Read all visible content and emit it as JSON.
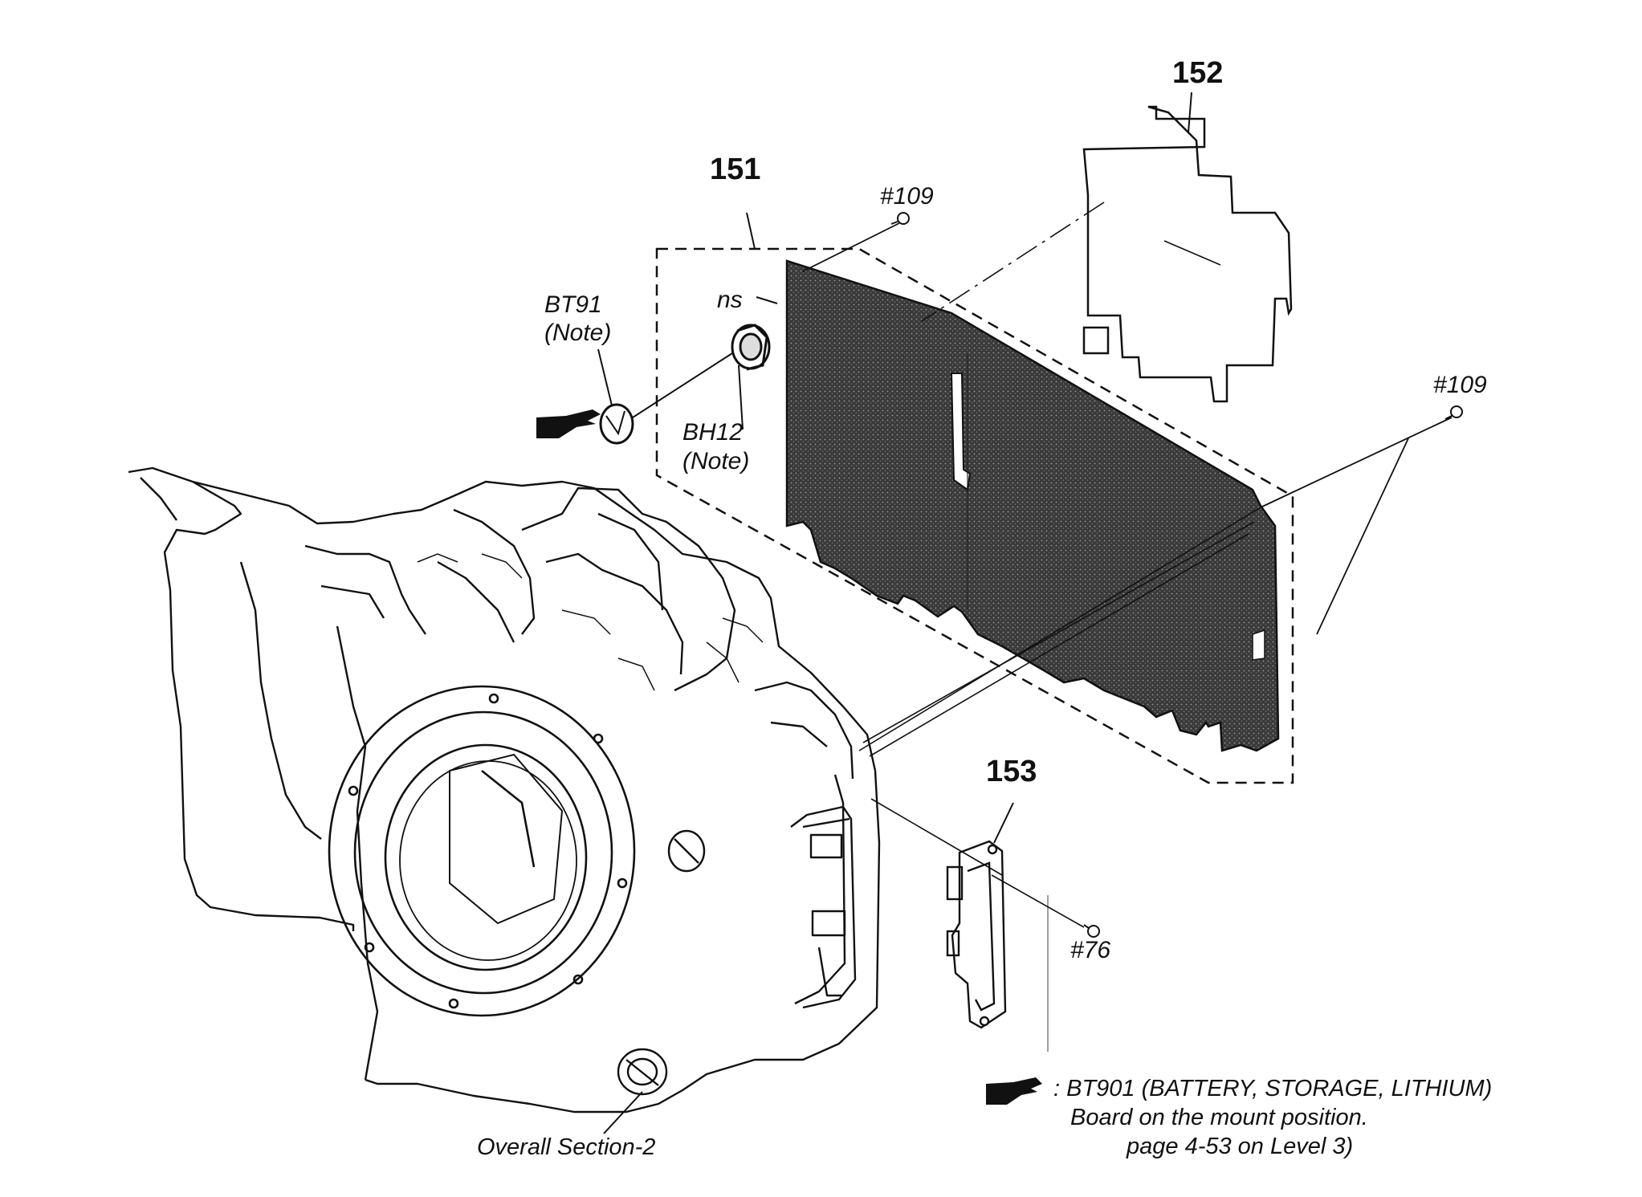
{
  "title": "",
  "callouts": {
    "part_152": "152",
    "part_151": "151",
    "part_153": "153",
    "screw_109_top": "#109",
    "screw_109_right": "#109",
    "screw_76": "#76",
    "ns_label": "ns",
    "bt91": "BT91",
    "bt91_note": "(Note)",
    "bh12": "BH12",
    "bh12_note": "(Note)",
    "overall_section": "Overall Section-2"
  },
  "footnote": {
    "marker_icon": "pointing-hand-icon",
    "line1": ": BT901 (BATTERY, STORAGE, LITHIUM)",
    "line2": "Board on the mount position.",
    "line3": "page 4-53 on Level 3)"
  },
  "colors": {
    "ink": "#111111",
    "board_fill": "#3a3a3a",
    "paper": "#ffffff"
  }
}
